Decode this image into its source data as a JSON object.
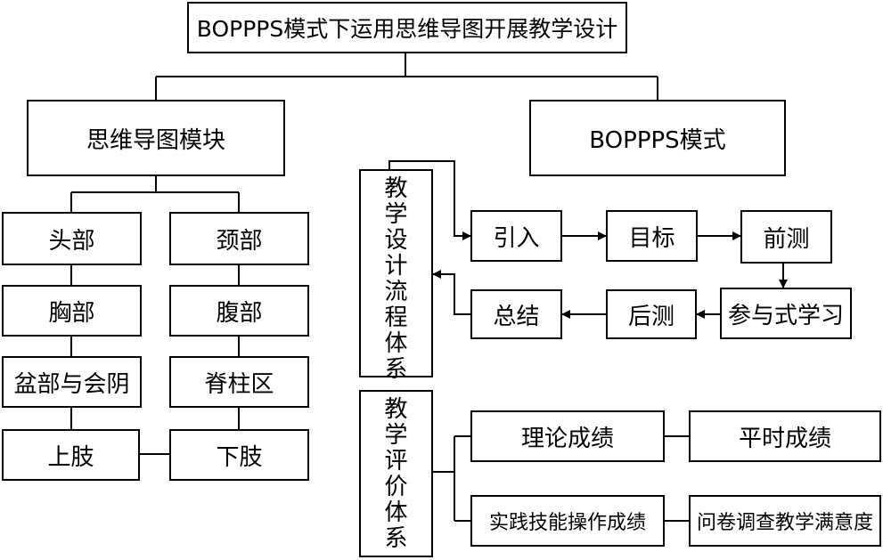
{
  "title": "BOPPPS模式下运用思维导图开展教学设计",
  "mindmap": {
    "module": "思维导图模块",
    "items": [
      "头部",
      "颈部",
      "胸部",
      "腹部",
      "盆部与会阴",
      "脊柱区",
      "上肢",
      "下肢"
    ]
  },
  "bopps": {
    "mode": "BOPPPS模式",
    "flow_system": "教学设计流程体系",
    "flow": [
      "引入",
      "目标",
      "前测",
      "参与式学习",
      "后测",
      "总结"
    ]
  },
  "evaluation": {
    "system": "教学评价体系",
    "items": [
      "理论成绩",
      "平时成绩",
      "实践技能操作成绩",
      "问卷调查教学满意度"
    ]
  }
}
